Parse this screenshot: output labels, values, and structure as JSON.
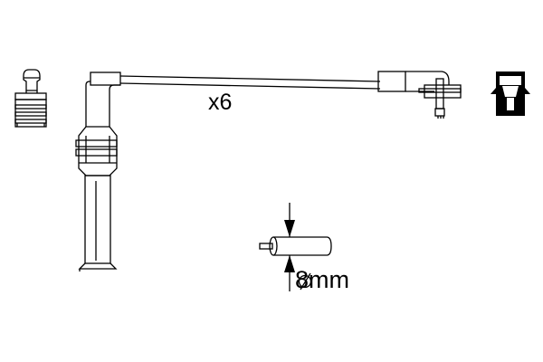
{
  "diagram": {
    "type": "ignition-cable-set",
    "quantity_label": "x6",
    "diameter_label": "8mm",
    "diameter_symbol": "⌀",
    "colors": {
      "line": "#000000",
      "background": "#ffffff"
    },
    "components": [
      {
        "id": "spark-plug-boot-end",
        "description": "straight plug connector (side view)"
      },
      {
        "id": "ignition-lead-straight-boot",
        "description": "angled boot with long straight cover"
      },
      {
        "id": "cable",
        "description": "ignition cable"
      },
      {
        "id": "coil-connector-angled",
        "description": "90° angled coil-side connector"
      },
      {
        "id": "coil-terminal-black",
        "description": "black terminal connector"
      },
      {
        "id": "cable-cross-section",
        "description": "cable with diameter dimension arrows"
      }
    ]
  }
}
